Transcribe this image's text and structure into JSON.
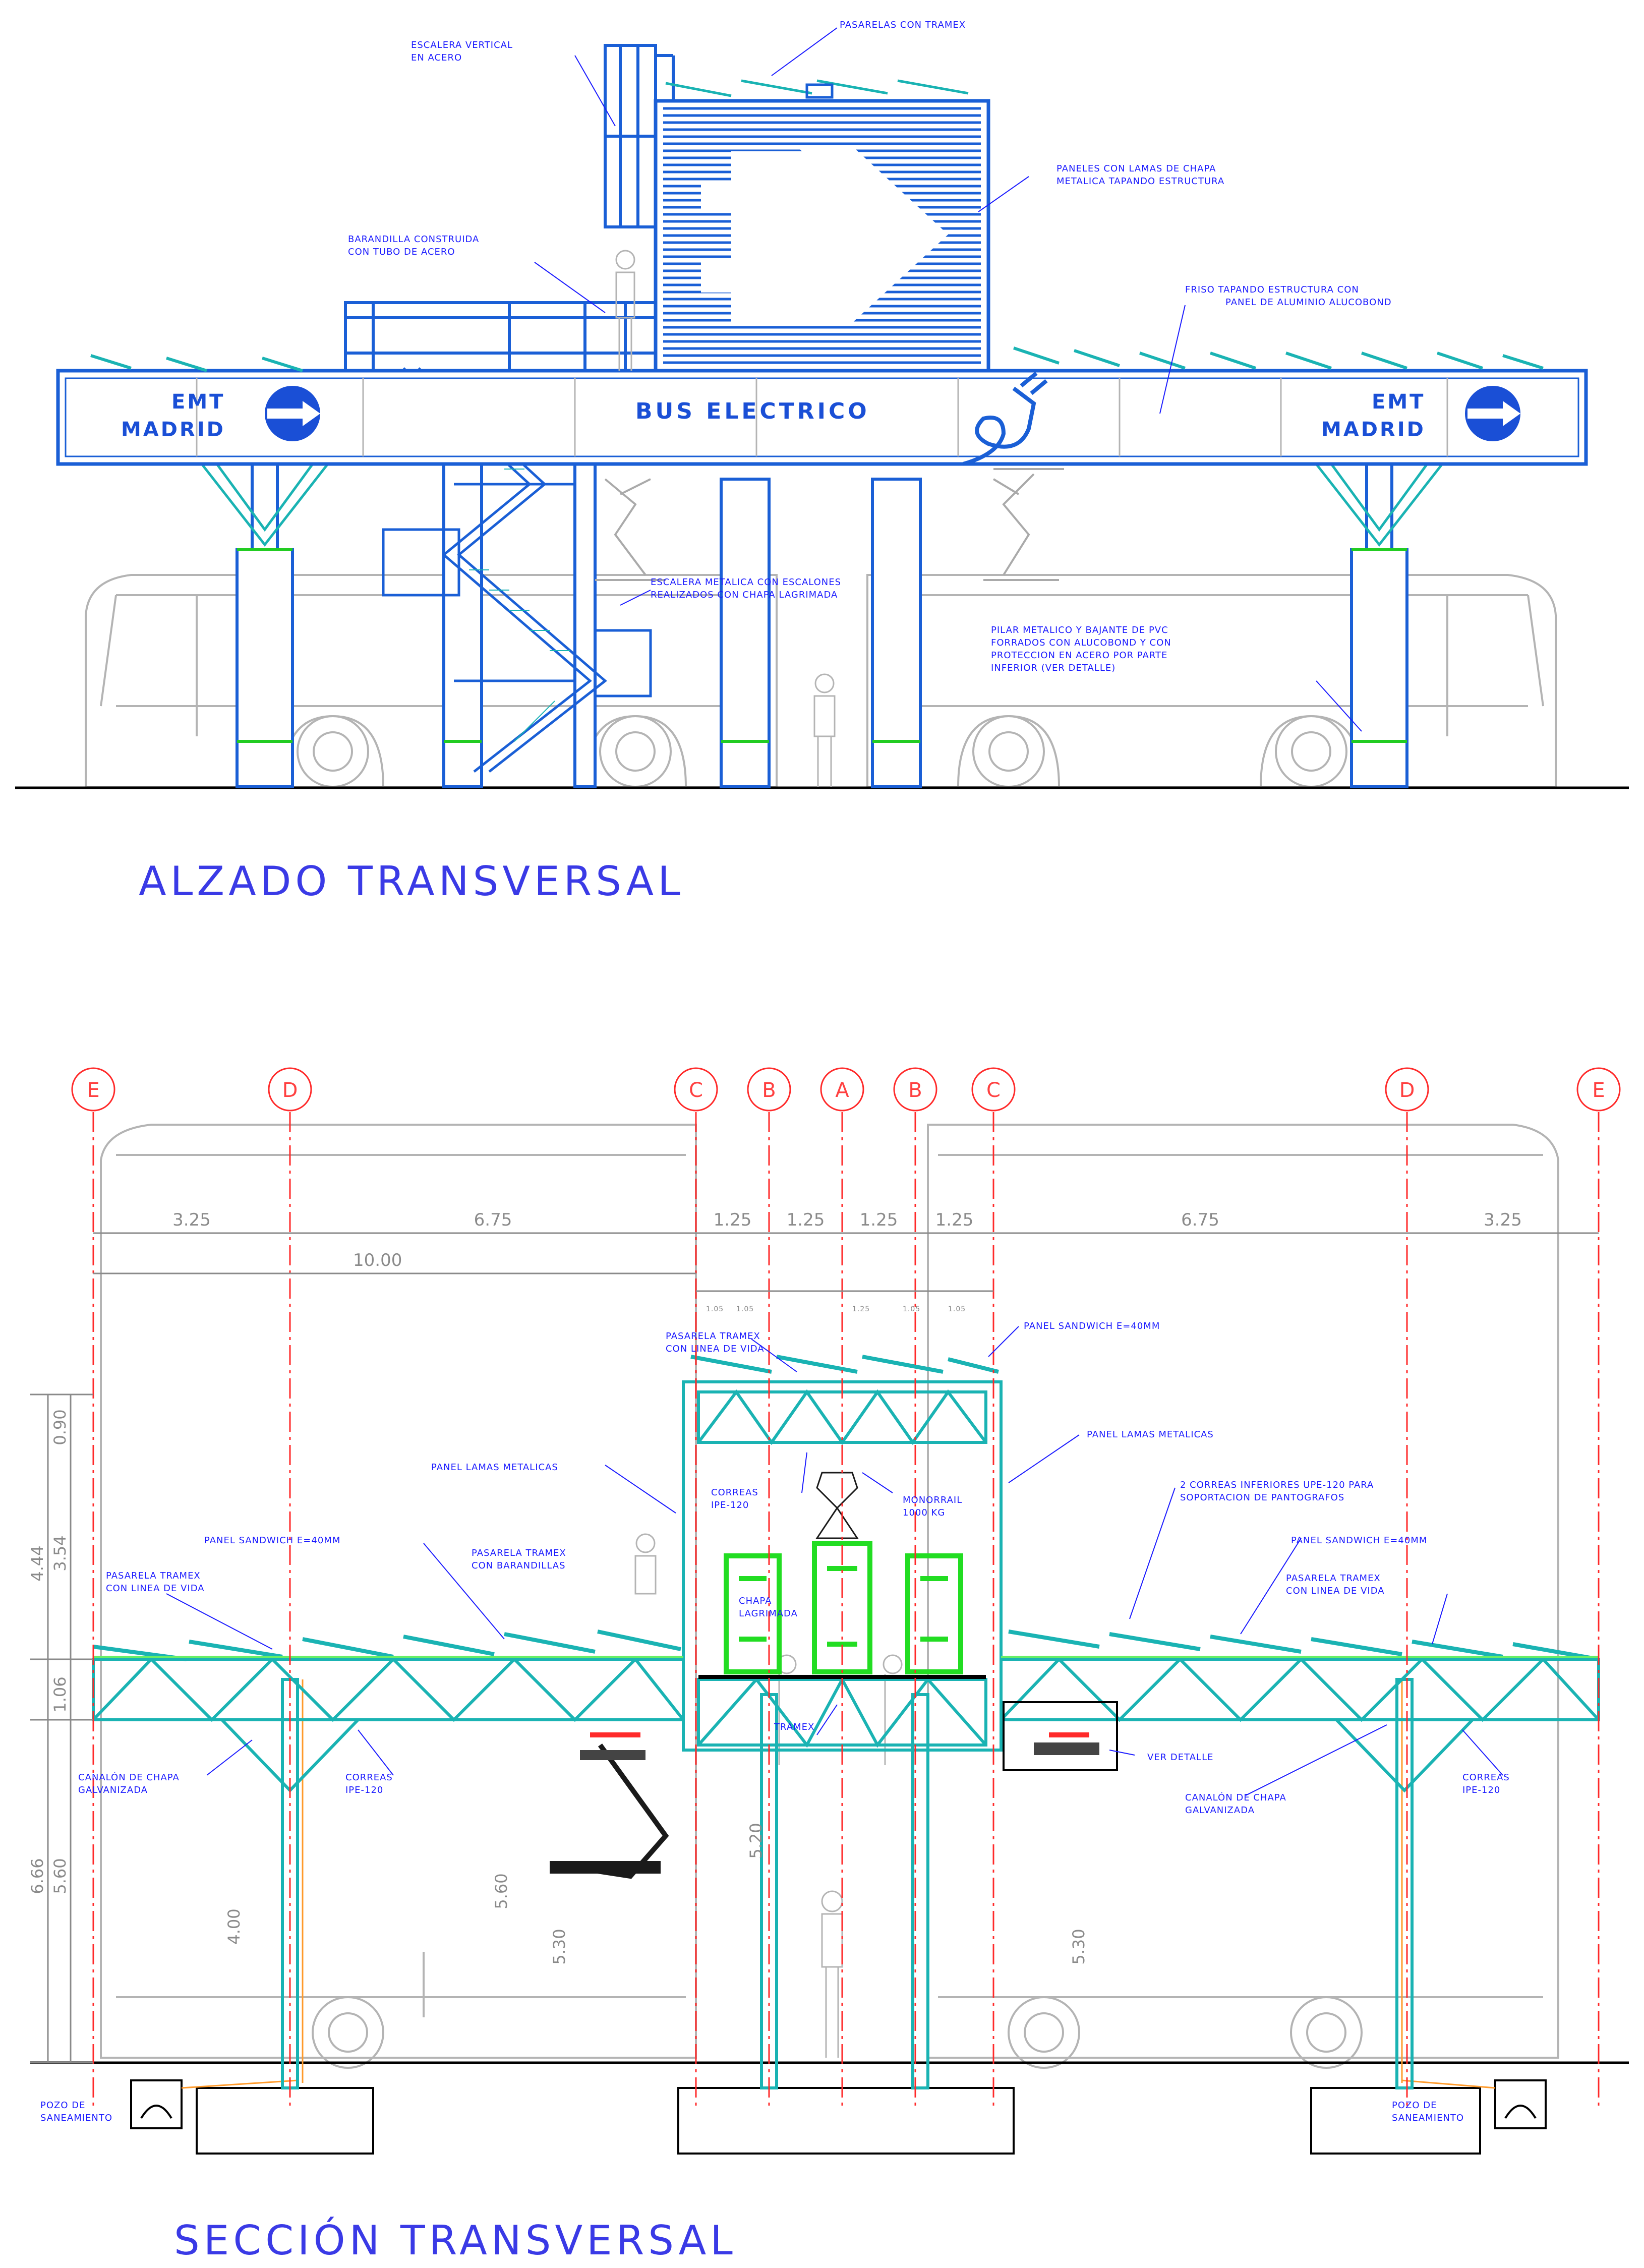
{
  "elevation": {
    "title": "ALZADO TRANSVERSAL",
    "sign_text": "BUS ELECTRICO",
    "brand_line1": "EMT",
    "brand_line2": "MADRID",
    "notes": {
      "ladder_1": "ESCALERA VERTICAL",
      "ladder_2": "EN ACERO",
      "walkways": "PASARELAS CON TRAMEX",
      "panels_1": "PANELES CON LAMAS DE CHAPA",
      "panels_2": "METALICA TAPANDO ESTRUCTURA",
      "railing_1": "BARANDILLA CONSTRUIDA",
      "railing_2": "CON TUBO DE ACERO",
      "frieze_1": "FRISO TAPANDO ESTRUCTURA CON",
      "frieze_2": "PANEL DE ALUMINIO ALUCOBOND",
      "stair_1": "ESCALERA METALICA CON ESCALONES",
      "stair_2": "REALIZADOS CON CHAPA LAGRIMADA",
      "pillar_1": "PILAR METALICO Y BAJANTE DE PVC",
      "pillar_2": "FORRADOS CON ALUCOBOND Y CON",
      "pillar_3": "PROTECCION EN ACERO POR PARTE",
      "pillar_4": "INFERIOR (VER DETALLE)"
    }
  },
  "section": {
    "title": "SECCIÓN TRANSVERSAL",
    "grid_axes": [
      "E",
      "D",
      "C",
      "B",
      "A",
      "B",
      "C",
      "D",
      "E"
    ],
    "dims_top": [
      "3.25",
      "6.75",
      "1.25",
      "1.25",
      "1.25",
      "1.25",
      "6.75",
      "3.25"
    ],
    "dim_overall": "10.00",
    "dims_small": [
      "1.05",
      "1.05",
      "1.25",
      "1.05",
      "1.05"
    ],
    "dims_left": [
      "0.90",
      "3.54",
      "4.44",
      "1.06",
      "5.60",
      "6.66"
    ],
    "dims_inner": [
      "5.60",
      "5.30",
      "4.00",
      "5.20",
      "5.30"
    ],
    "notes": {
      "tramex_line_1": "PASARELA TRAMEX",
      "tramex_line_2": "CON LINEA DE VIDA",
      "sandwich": "PANEL SANDWICH E=40MM",
      "lamas_left": "PANEL LAMAS METALICAS",
      "lamas_right": "PANEL LAMAS METALICAS",
      "correas_1": "CORREAS",
      "correas_2": "IPE-120",
      "monorail_1": "MONORRAIL",
      "monorail_2": "1000 KG",
      "straps_1": "2 CORREAS INFERIORES UPE-120 PARA",
      "straps_2": "SOPORTACION DE PANTOGRAFOS",
      "sandwich_left": "PANEL SANDWICH E=40MM",
      "tramex_rail_1": "PASARELA TRAMEX",
      "tramex_rail_2": "CON BARANDILLAS",
      "sandwich_right": "PANEL SANDWICH E=40MM",
      "tramex_left_1": "PASARELA TRAMEX",
      "tramex_left_2": "CON LINEA DE VIDA",
      "tramex_right_1": "PASARELA TRAMEX",
      "tramex_right_2": "CON LINEA DE VIDA",
      "chapa_1": "CHAPA",
      "chapa_2": "LAGRIMADA",
      "tramex": "TRAMEX",
      "ver_detalle": "VER DETALLE",
      "canalon_left_1": "CANALÓN DE CHAPA",
      "canalon_left_2": "GALVANIZADA",
      "canalon_right_1": "CANALÓN DE CHAPA",
      "canalon_right_2": "GALVANIZADA",
      "correas_left_1": "CORREAS",
      "correas_left_2": "IPE-120",
      "correas_right_1": "CORREAS",
      "correas_right_2": "IPE-120",
      "pozo_left_1": "POZO DE",
      "pozo_left_2": "SANEAMIENTO",
      "pozo_right_1": "POZO DE",
      "pozo_right_2": "SANEAMIENTO"
    }
  },
  "colors": {
    "structure_blue": "#1a5fd6",
    "structure_cyan": "#1ab3b3",
    "annotation_blue": "#1a1aff",
    "grid_red": "#ff2a2a",
    "equipment_green": "#22dd22",
    "bus_outline_grey": "#b4b4b4"
  }
}
